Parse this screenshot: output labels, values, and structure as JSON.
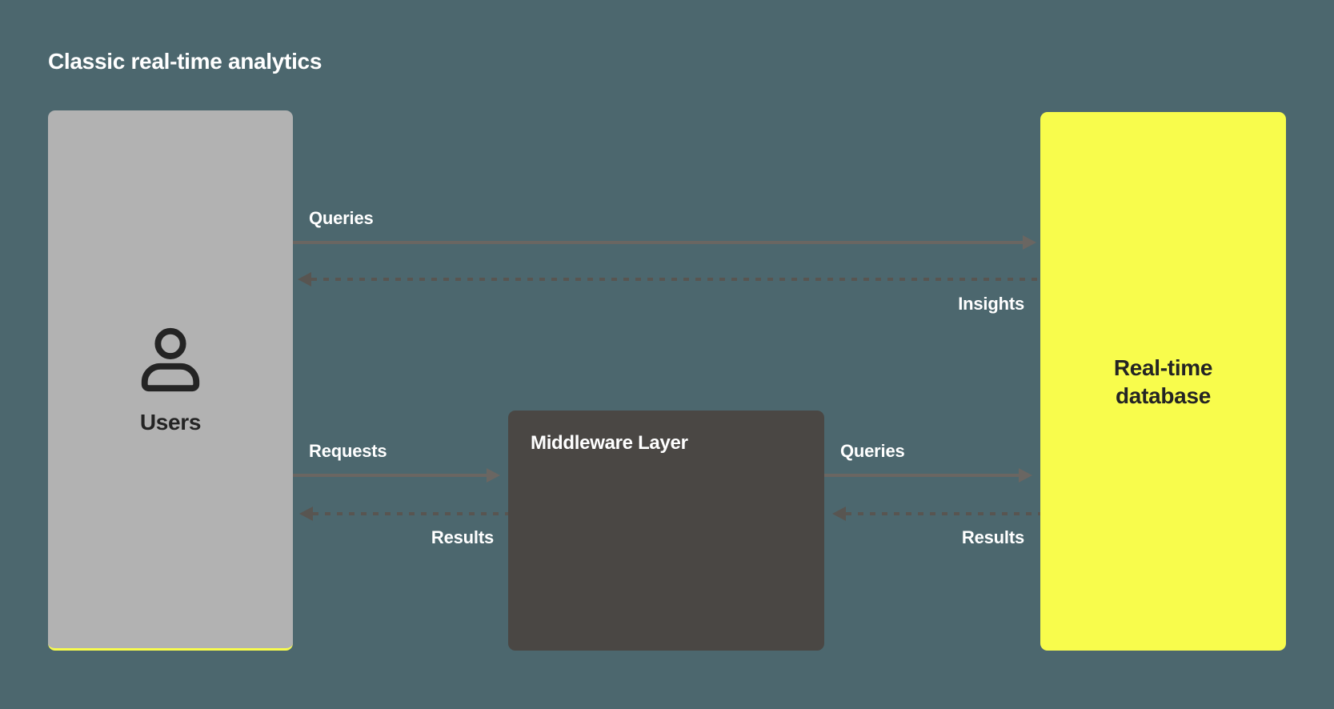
{
  "title": "Classic real-time analytics",
  "colors": {
    "background": "#4c676e",
    "users_box": "#b2b2b2",
    "middleware_box": "#4a4744",
    "database_box": "#f8fc4c",
    "solid_arrow": "#6a6662",
    "dashed_arrow": "#585551",
    "label_text": "#ffffff",
    "node_dark_text": "#242424"
  },
  "nodes": {
    "users": {
      "label": "Users",
      "icon": "user-icon"
    },
    "middleware": {
      "label": "Middleware Layer"
    },
    "database": {
      "label": "Real-time database"
    }
  },
  "arrows": [
    {
      "id": "users-to-database",
      "label": "Queries",
      "style": "solid",
      "direction": "right"
    },
    {
      "id": "database-to-users",
      "label": "Insights",
      "style": "dashed",
      "direction": "left"
    },
    {
      "id": "users-to-middleware",
      "label": "Requests",
      "style": "solid",
      "direction": "right"
    },
    {
      "id": "middleware-to-users",
      "label": "Results",
      "style": "dashed",
      "direction": "left"
    },
    {
      "id": "middleware-to-database",
      "label": "Queries",
      "style": "solid",
      "direction": "right"
    },
    {
      "id": "database-to-middleware",
      "label": "Results",
      "style": "dashed",
      "direction": "left"
    }
  ]
}
